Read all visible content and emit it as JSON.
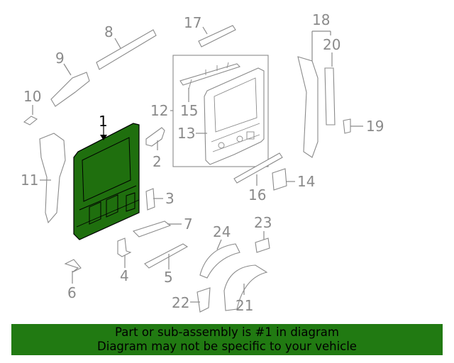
{
  "diagram": {
    "callouts": {
      "c1": "1",
      "c2": "2",
      "c3": "3",
      "c4": "4",
      "c5": "5",
      "c6": "6",
      "c7": "7",
      "c8": "8",
      "c9": "9",
      "c10": "10",
      "c11": "11",
      "c12": "12",
      "c13": "13",
      "c14": "14",
      "c15": "15",
      "c16": "16",
      "c17": "17",
      "c18": "18",
      "c19": "19",
      "c20": "20",
      "c21": "21",
      "c22": "22",
      "c23": "23",
      "c24": "24"
    },
    "highlighted_part": "1",
    "highlight_color": "#1f6f0e",
    "part_line_color": "#8a8a8a"
  },
  "banner": {
    "line1": "Part or sub-assembly is #1 in diagram",
    "line2": "Diagram may not be specific to your vehicle",
    "background_color": "#217a12"
  }
}
